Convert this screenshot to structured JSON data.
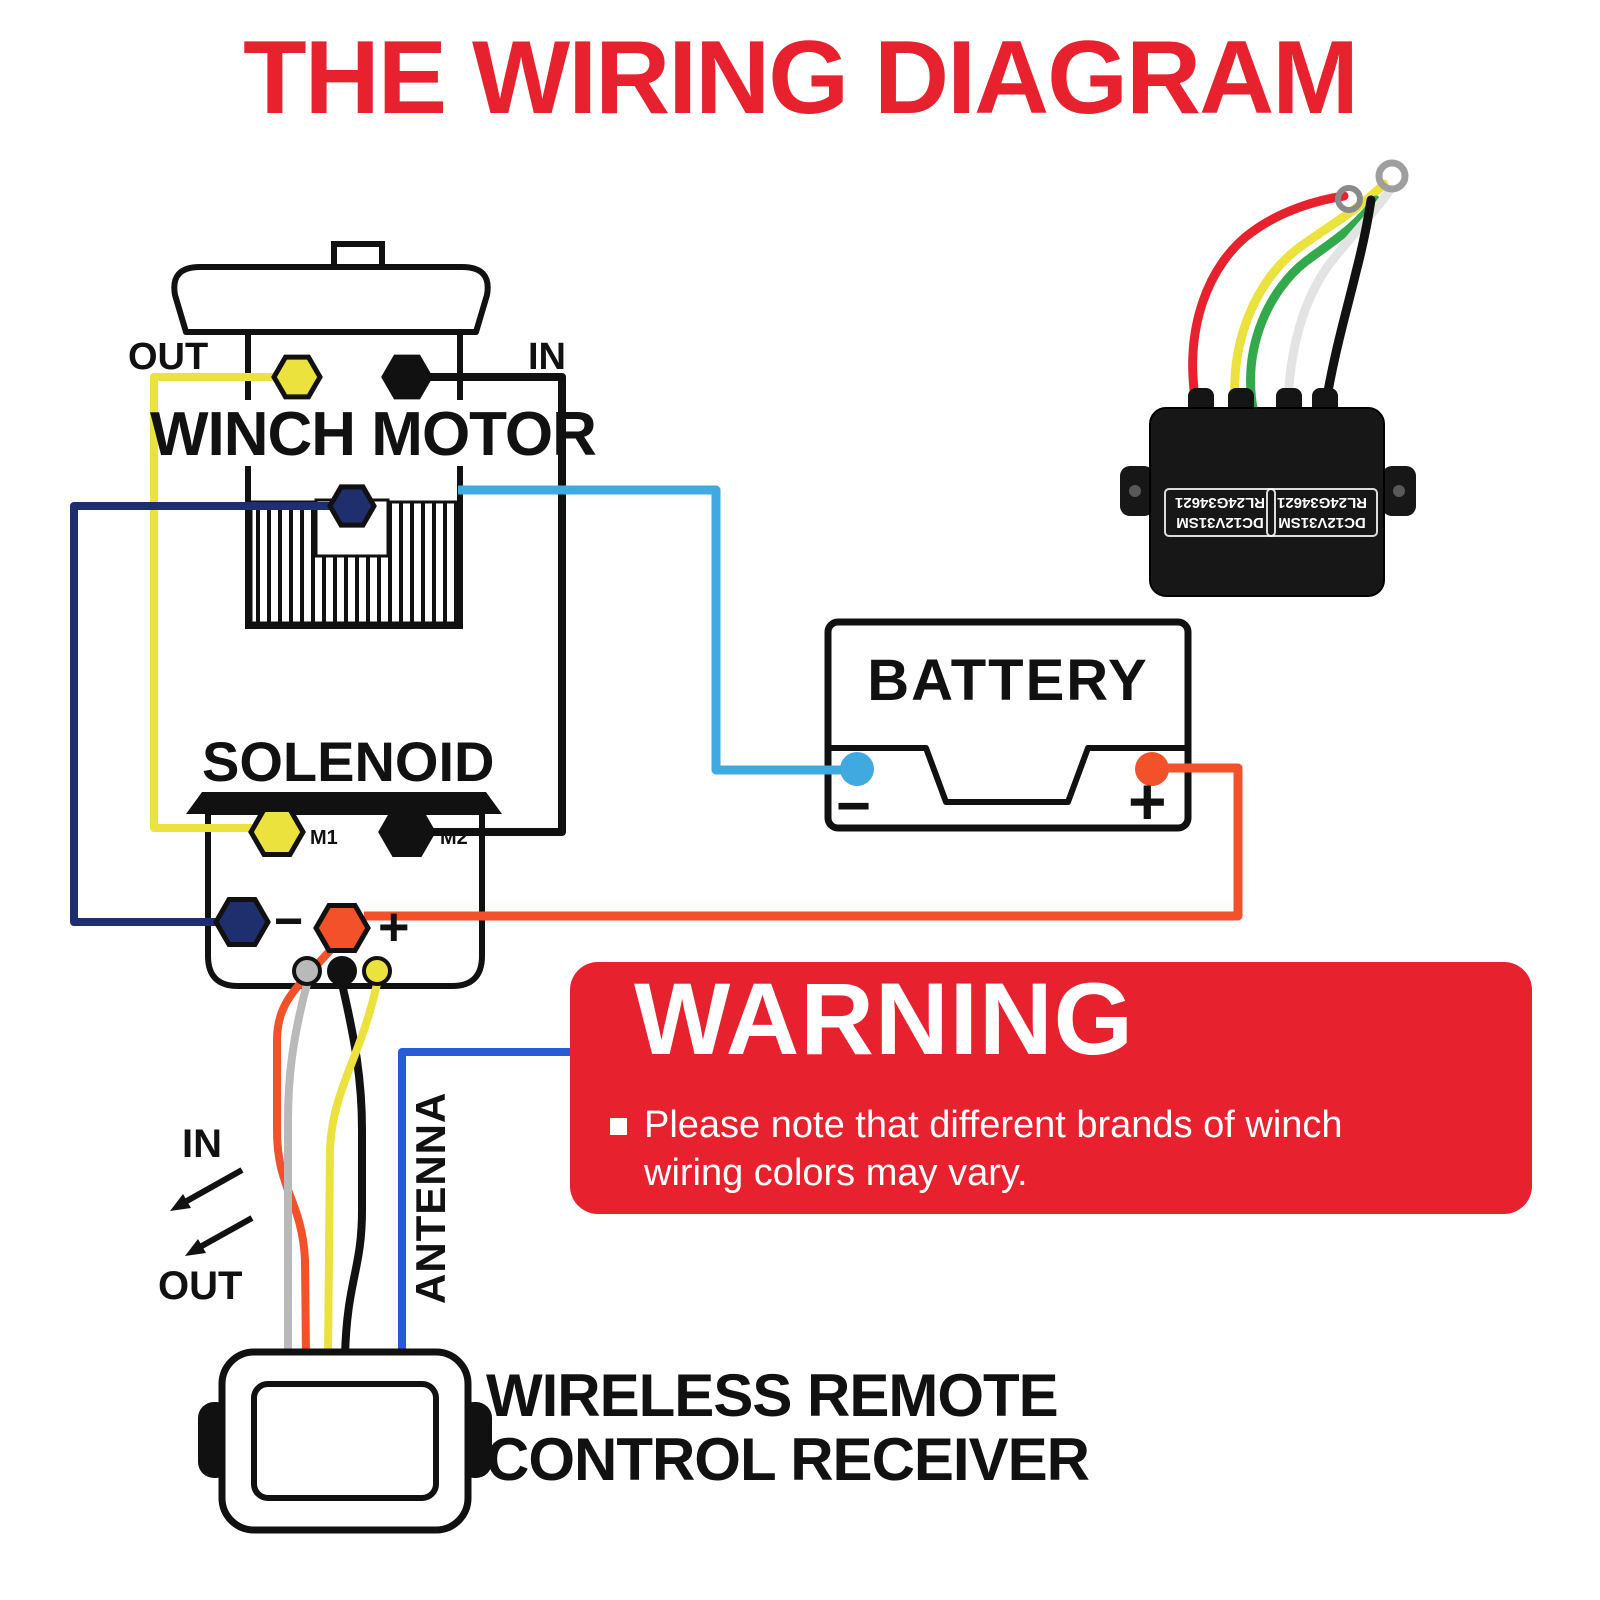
{
  "title": "THE WIRING DIAGRAM",
  "colors": {
    "red": "#e8212e",
    "yellow": "#ece23d",
    "black": "#111111",
    "navy": "#1f2f6e",
    "light_blue": "#3fa9e0",
    "blue": "#2a5bd7",
    "orange": "#f2512a",
    "gray": "#b9b9b9",
    "green": "#33a94c",
    "white": "#ffffff"
  },
  "winch_motor": {
    "label": "WINCH MOTOR",
    "out": "OUT",
    "in": "IN"
  },
  "solenoid": {
    "label": "SOLENOID",
    "m1": "M1",
    "m2": "M2",
    "minus": "−",
    "plus": "+"
  },
  "battery": {
    "label": "BATTERY",
    "minus": "−",
    "plus": "+"
  },
  "warning": {
    "title": "WARNING",
    "note": "Please note that different brands of winch wiring colors may vary."
  },
  "remote_receiver": {
    "line1": "WIRELESS REMOTE",
    "line2": "CONTROL RECEIVER"
  },
  "antenna": {
    "label": "ANTENNA"
  },
  "flow": {
    "in": "IN",
    "out": "OUT"
  },
  "module": {
    "print_line1": "DC12V31SM",
    "print_line2": "RL24G34621"
  }
}
